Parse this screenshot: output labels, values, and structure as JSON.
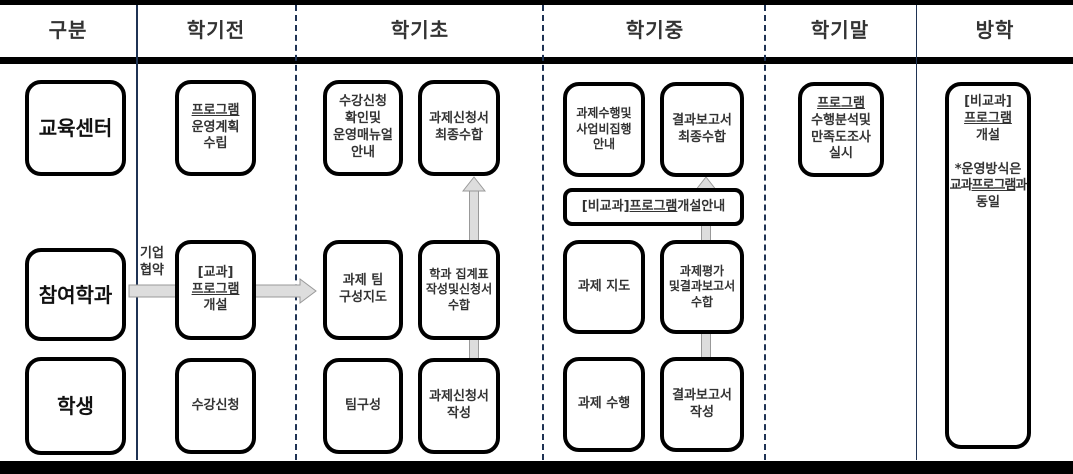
{
  "headers": [
    "구분",
    "학기전",
    "학기초",
    "학기중",
    "학기말",
    "방학"
  ],
  "rows": [
    "교육센터",
    "참여학과",
    "학생"
  ],
  "before": {
    "center": {
      "u": "프로그램",
      "rest": "운영계획\n수립"
    },
    "dept": {
      "top": "[교과]",
      "u": "프로그램",
      "rest": "개설"
    },
    "student": "수강신청",
    "arrow_label": "기업\n협약"
  },
  "early": {
    "center_a": "수강신청\n확인및\n운영매뉴얼\n안내",
    "center_b": "과제신청서\n최종수합",
    "dept_a": "과제 팀\n구성지도",
    "dept_b": "학과 집계표\n작성및신청서\n수합",
    "student_a": "팀구성",
    "student_b": "과제신청서\n작성"
  },
  "mid": {
    "center_a": "과제수행및\n사업비집행\n안내",
    "center_b": "결과보고서\n최종수합",
    "notice": {
      "prefix": "[비교과]",
      "u": "프로그램",
      "rest": "개설안내"
    },
    "dept_a": "과제 지도",
    "dept_b": "과제평가\n및결과보고서\n수합",
    "student_a": "과제 수행",
    "student_b": "결과보고서\n작성"
  },
  "end": {
    "u": "프로그램",
    "rest": "수행분석및\n만족도조사\n실시"
  },
  "vacation": {
    "top": "[비교과]",
    "u": "프로그램",
    "rest": "개설",
    "note1": "*운영방식은",
    "note2_prefix": "교과",
    "note2_u": "프로그램",
    "note2_suffix": "과",
    "note3": "동일"
  }
}
